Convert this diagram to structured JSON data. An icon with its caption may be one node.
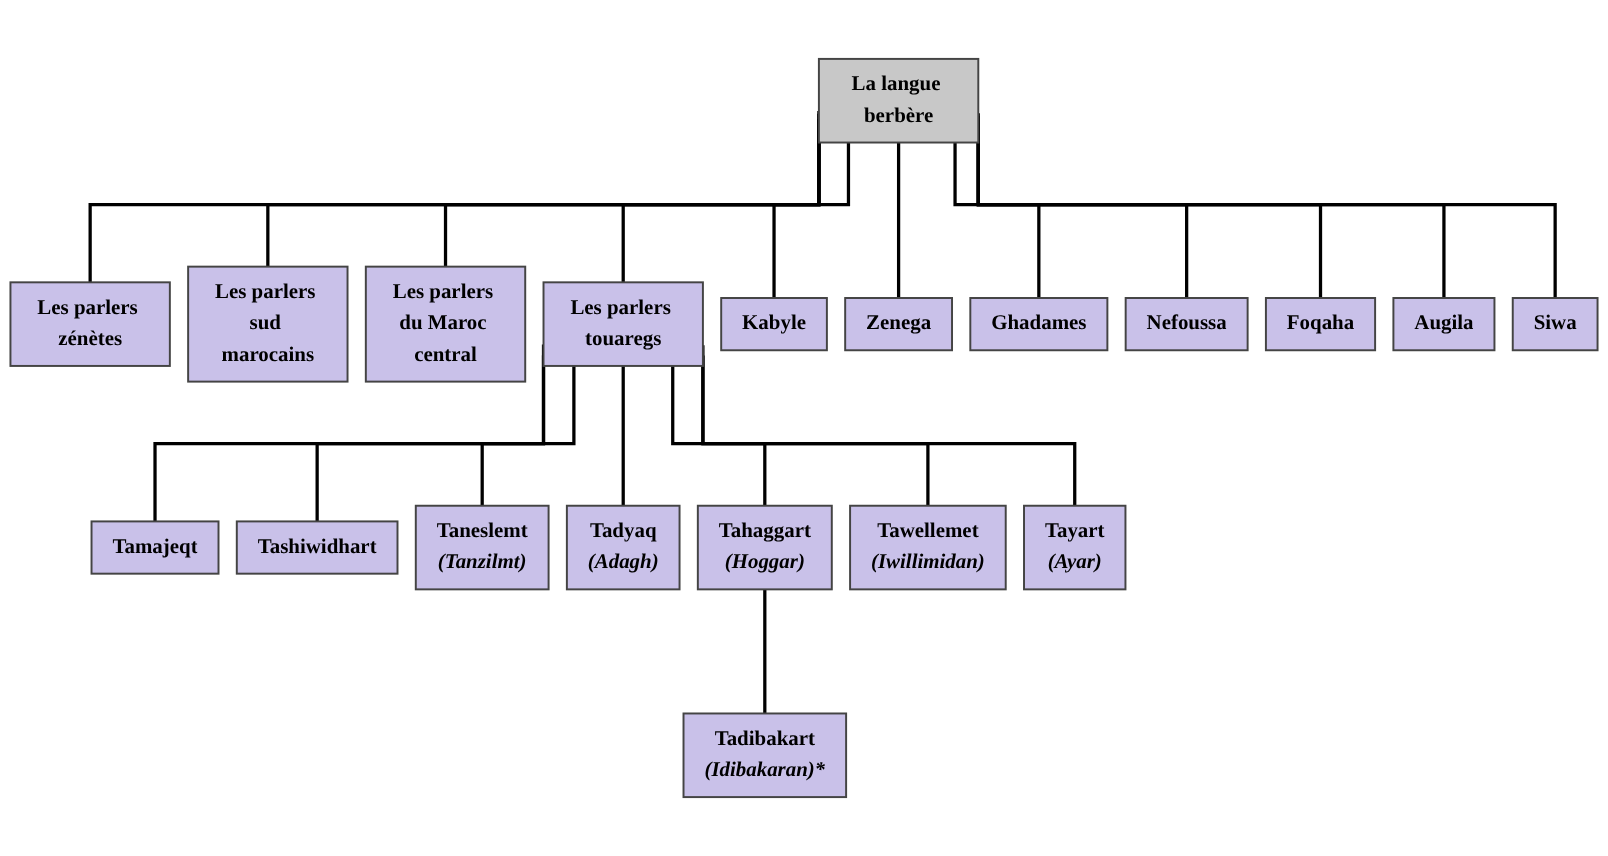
{
  "diagram": {
    "nodes": [
      {
        "text": [
          "La langue berbère"
        ]
      },
      {
        "text": [
          "Les parlers zénètes"
        ]
      },
      {
        "text": [
          "Les parlers sud marocains"
        ]
      },
      {
        "text": [
          "Les parlers du Maroc central"
        ]
      },
      {
        "text": [
          "Les parlers touaregs"
        ]
      },
      {
        "text": [
          "Kabyle"
        ]
      },
      {
        "text": [
          "Zenega"
        ]
      },
      {
        "text": [
          "Ghadames"
        ]
      },
      {
        "text": [
          "Nefoussa"
        ]
      },
      {
        "text": [
          "Foqaha"
        ]
      },
      {
        "text": [
          "Augila"
        ]
      },
      {
        "text": [
          "Siwa"
        ]
      },
      {
        "text": [
          "Tamajeqt"
        ]
      },
      {
        "text": [
          "Tashiwidhart"
        ]
      },
      {
        "text": [
          "Taneslemt",
          "(Tanzilmt)"
        ]
      },
      {
        "text": [
          "Tadyaq",
          "(Adagh)"
        ]
      },
      {
        "text": [
          "Tahaggart",
          "(Hoggar)"
        ]
      },
      {
        "text": [
          "Tawellemet",
          "(Iwillimidan)"
        ]
      },
      {
        "text": [
          "Tayart",
          "(Ayar)"
        ]
      },
      {
        "text": [
          "Tadibakart",
          "(Idibakaran)*"
        ]
      }
    ],
    "edges": [
      {
        "from": 0,
        "to": 1,
        "arrow": "none"
      },
      {
        "from": 0,
        "to": 2,
        "arrow": "none"
      },
      {
        "from": 0,
        "to": 3,
        "arrow": "none"
      },
      {
        "from": 0,
        "to": 4,
        "arrow": "none"
      },
      {
        "from": 0,
        "to": 5,
        "arrow": "none"
      },
      {
        "from": 0,
        "to": 6,
        "arrow": "none"
      },
      {
        "from": 0,
        "to": 7,
        "arrow": "none"
      },
      {
        "from": 0,
        "to": 8,
        "arrow": "none"
      },
      {
        "from": 0,
        "to": 9,
        "arrow": "none"
      },
      {
        "from": 0,
        "to": 10,
        "arrow": "none"
      },
      {
        "from": 0,
        "to": 11,
        "arrow": "none"
      },
      {
        "from": 4,
        "to": 12,
        "arrow": "none"
      },
      {
        "from": 4,
        "to": 13,
        "arrow": "none"
      },
      {
        "from": 4,
        "to": 14,
        "arrow": "none"
      },
      {
        "from": 4,
        "to": 15,
        "arrow": "none"
      },
      {
        "from": 4,
        "to": 16,
        "arrow": "none"
      },
      {
        "from": 4,
        "to": 17,
        "arrow": "none"
      },
      {
        "from": 4,
        "to": 18,
        "arrow": "none"
      },
      {
        "from": 16,
        "to": 19,
        "arrow": "none"
      }
    ]
  }
}
